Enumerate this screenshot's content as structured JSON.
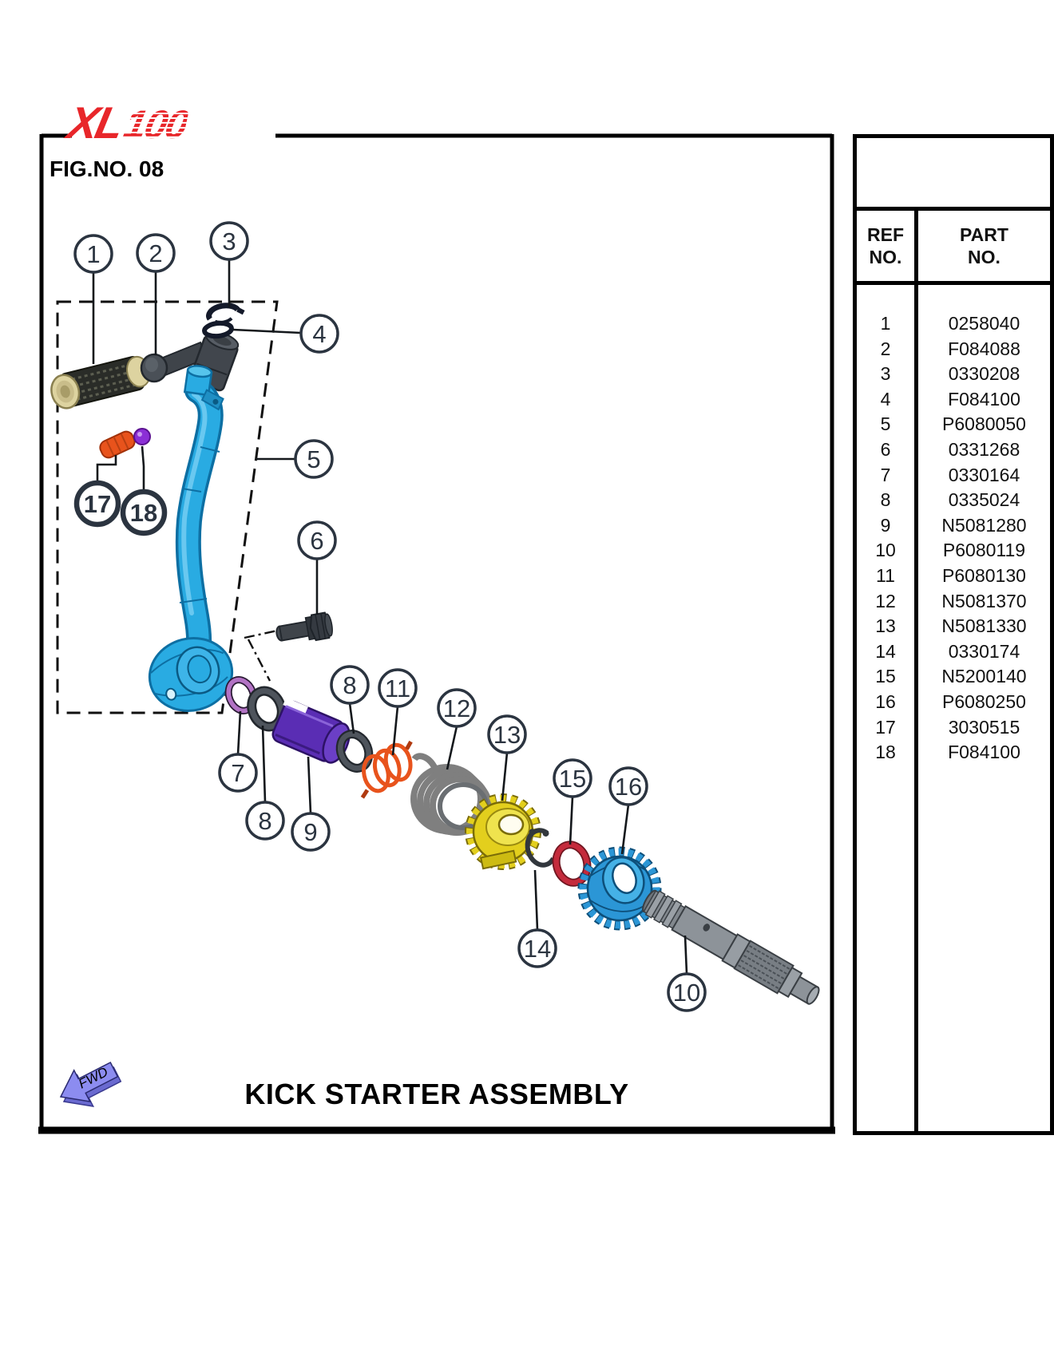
{
  "page": {
    "logo_xl": "XL",
    "logo_num": "100",
    "fig_label": "FIG.NO. 08",
    "title": "KICK STARTER ASSEMBLY",
    "fwd_label": "FWD"
  },
  "table": {
    "headers": {
      "ref_line1": "REF",
      "ref_line2": "NO.",
      "part_line1": "PART",
      "part_line2": "NO."
    },
    "rows": [
      {
        "ref": "1",
        "part": "0258040"
      },
      {
        "ref": "2",
        "part": "F084088"
      },
      {
        "ref": "3",
        "part": "0330208"
      },
      {
        "ref": "4",
        "part": "F084100"
      },
      {
        "ref": "5",
        "part": "P6080050"
      },
      {
        "ref": "6",
        "part": "0331268"
      },
      {
        "ref": "7",
        "part": "0330164"
      },
      {
        "ref": "8",
        "part": "0335024"
      },
      {
        "ref": "9",
        "part": "N5081280"
      },
      {
        "ref": "10",
        "part": "P6080119"
      },
      {
        "ref": "11",
        "part": "P6080130"
      },
      {
        "ref": "12",
        "part": "N5081370"
      },
      {
        "ref": "13",
        "part": "N5081330"
      },
      {
        "ref": "14",
        "part": "0330174"
      },
      {
        "ref": "15",
        "part": "N5200140"
      },
      {
        "ref": "16",
        "part": "P6080250"
      },
      {
        "ref": "17",
        "part": "3030515"
      },
      {
        "ref": "18",
        "part": "F084100"
      }
    ]
  },
  "callouts": [
    "1",
    "2",
    "3",
    "4",
    "5",
    "6",
    "17",
    "18",
    "7",
    "8",
    "9",
    "8",
    "11",
    "12",
    "13",
    "15",
    "16",
    "14",
    "10"
  ],
  "colors": {
    "logo_red": "#e8262a",
    "line_dark": "#2b3440",
    "lever_blue": "#29abe2",
    "lever_blue_dark": "#0d6fa3",
    "lever_blue_light": "#74cdf2",
    "gear_blue": "#2b96d6",
    "gear_yellow": "#e3cf1d",
    "bushing_purple": "#5a2db4",
    "ring_violet": "#b272c4",
    "spring_orange": "#e8531c",
    "ring_red": "#c42b3c",
    "ball_purple": "#8b2fd6",
    "fwd_lavender": "#8c8cf0",
    "pedal_cream": "#ddd3a0",
    "part_dark": "#3f444a",
    "part_gray": "#8d9399",
    "spring_gray": "#7f7f7f"
  }
}
